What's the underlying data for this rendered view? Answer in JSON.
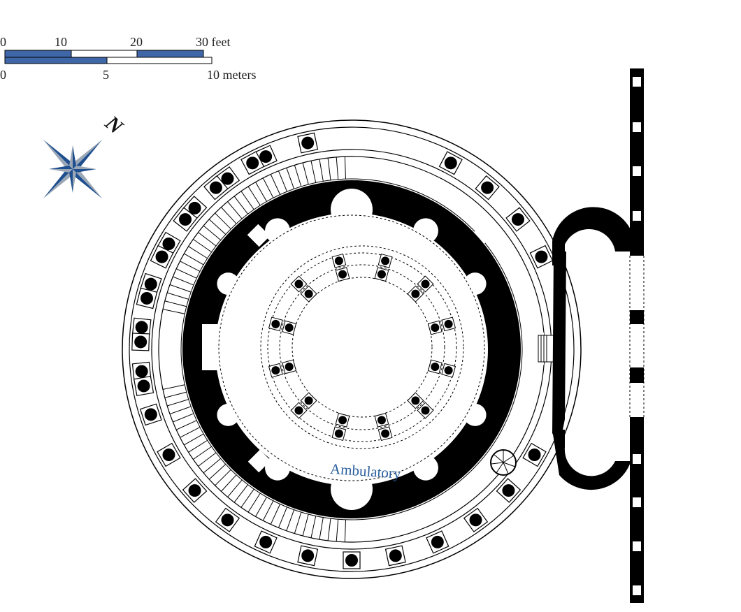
{
  "scale_bar": {
    "feet_ticks": [
      "0",
      "10",
      "20"
    ],
    "feet_last": "30 feet",
    "meter_ticks": [
      "0",
      "5"
    ],
    "meter_last": "10 meters",
    "bar_color": "#3f67a8"
  },
  "compass": {
    "north_label": "N",
    "icon": "compass-rose-icon",
    "color_dark": "#1f4f8f",
    "color_light": "#9aa7b6"
  },
  "plan": {
    "ambulatory_label": "Ambulatory",
    "label_color": "#2a5f9e",
    "wall_color": "#000000"
  }
}
